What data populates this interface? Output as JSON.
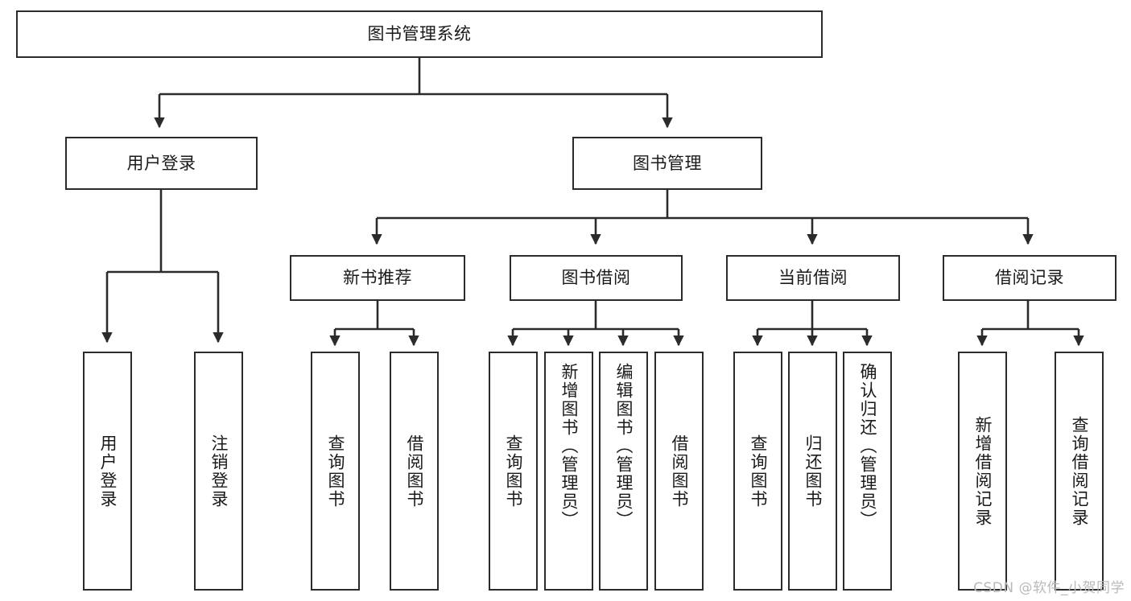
{
  "diagram": {
    "title": "图书管理系统",
    "type": "tree-hierarchy",
    "watermark": "CSDN @软件_小贺同学",
    "colors": {
      "stroke": "#2b2b2b",
      "fill": "#ffffff",
      "text": "#1a1a1a",
      "watermark": "#b9b9b9"
    },
    "root": {
      "label": "图书管理系统"
    },
    "level1": [
      {
        "id": "user-login",
        "label": "用户登录"
      },
      {
        "id": "book-manage",
        "label": "图书管理"
      }
    ],
    "level2": [
      {
        "id": "new-book-rec",
        "label": "新书推荐"
      },
      {
        "id": "book-borrow",
        "label": "图书借阅"
      },
      {
        "id": "current-borrow",
        "label": "当前借阅"
      },
      {
        "id": "borrow-record",
        "label": "借阅记录"
      }
    ],
    "leaves": {
      "user_login": [
        {
          "id": "leaf-user-login",
          "label": "用户登录"
        },
        {
          "id": "leaf-logout",
          "label": "注销登录"
        }
      ],
      "new_book_rec": [
        {
          "id": "leaf-query-book-1",
          "label": "查询图书"
        },
        {
          "id": "leaf-borrow-book-1",
          "label": "借阅图书"
        }
      ],
      "book_borrow": [
        {
          "id": "leaf-query-book-2",
          "label": "查询图书"
        },
        {
          "id": "leaf-add-book",
          "label": "新增图书（管理员）"
        },
        {
          "id": "leaf-edit-book",
          "label": "编辑图书（管理员）"
        },
        {
          "id": "leaf-borrow-book-2",
          "label": "借阅图书"
        }
      ],
      "current_borrow": [
        {
          "id": "leaf-query-book-3",
          "label": "查询图书"
        },
        {
          "id": "leaf-return-book",
          "label": "归还图书"
        },
        {
          "id": "leaf-confirm-return",
          "label": "确认归还（管理员）"
        }
      ],
      "borrow_record": [
        {
          "id": "leaf-add-record",
          "label": "新增借阅记录"
        },
        {
          "id": "leaf-query-record",
          "label": "查询借阅记录"
        }
      ]
    }
  }
}
